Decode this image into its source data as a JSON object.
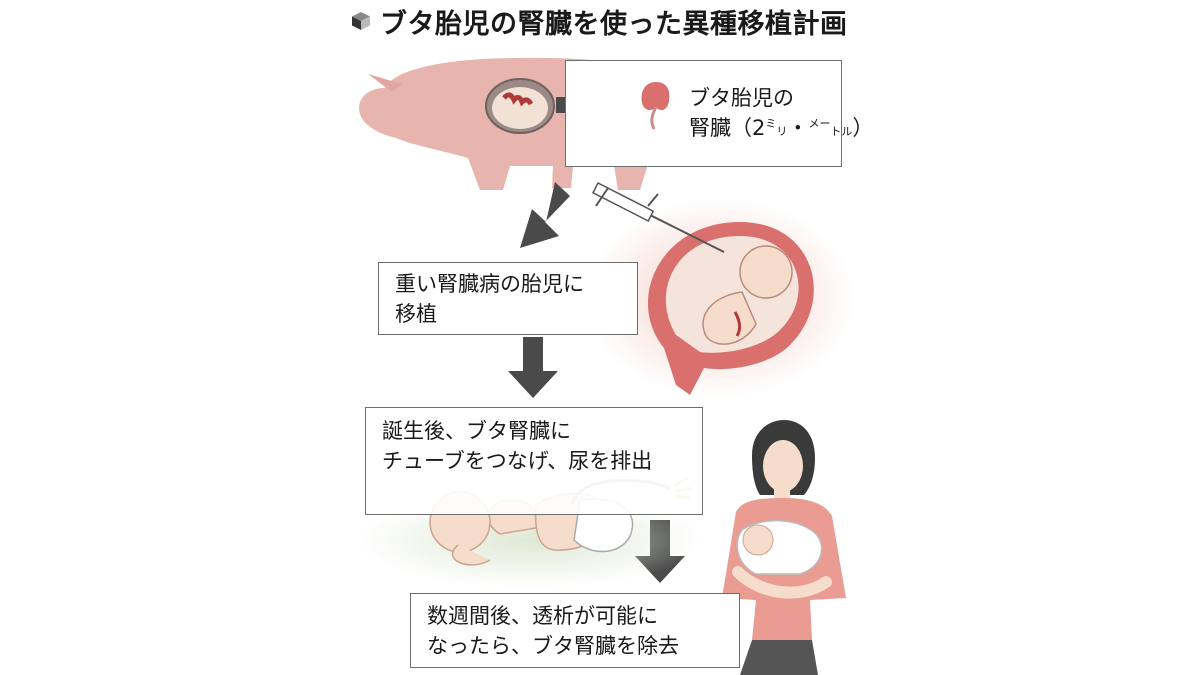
{
  "title": "ブタ胎児の腎臓を使った異種移植計画",
  "steps": {
    "kidney": {
      "line1": "ブタ胎児の",
      "line2_main": "腎臓（2",
      "line2_unit_mi": "ミ",
      "line2_unit_ri": "リ",
      "line2_unit_dot": "・",
      "line2_unit_me": "メー",
      "line2_unit_toru": "トル",
      "line2_close": "）"
    },
    "transplant": {
      "line1": "重い腎臓病の胎児に",
      "line2": "移植"
    },
    "birth": {
      "line1": "誕生後、ブタ腎臓に",
      "line2": "チューブをつなげ、尿を排出"
    },
    "dialysis": {
      "line1": "数週間後、透析が可能に",
      "line2": "なったら、ブタ腎臓を除去"
    }
  },
  "colors": {
    "arrow": "#4a4a4a",
    "pig": "#e8b4ae",
    "womb": "#d9706e",
    "skin": "#f6dccb",
    "mother_shirt": "#ea9c92",
    "mother_pants": "#555555",
    "hair": "#3a3a3a",
    "blanket": "#dfe8d5"
  },
  "icons": [
    "cube-icon",
    "pig-illustration",
    "kidney-icon",
    "syringe-illustration",
    "fetus-womb-illustration",
    "baby-illustration",
    "mother-illustration"
  ]
}
